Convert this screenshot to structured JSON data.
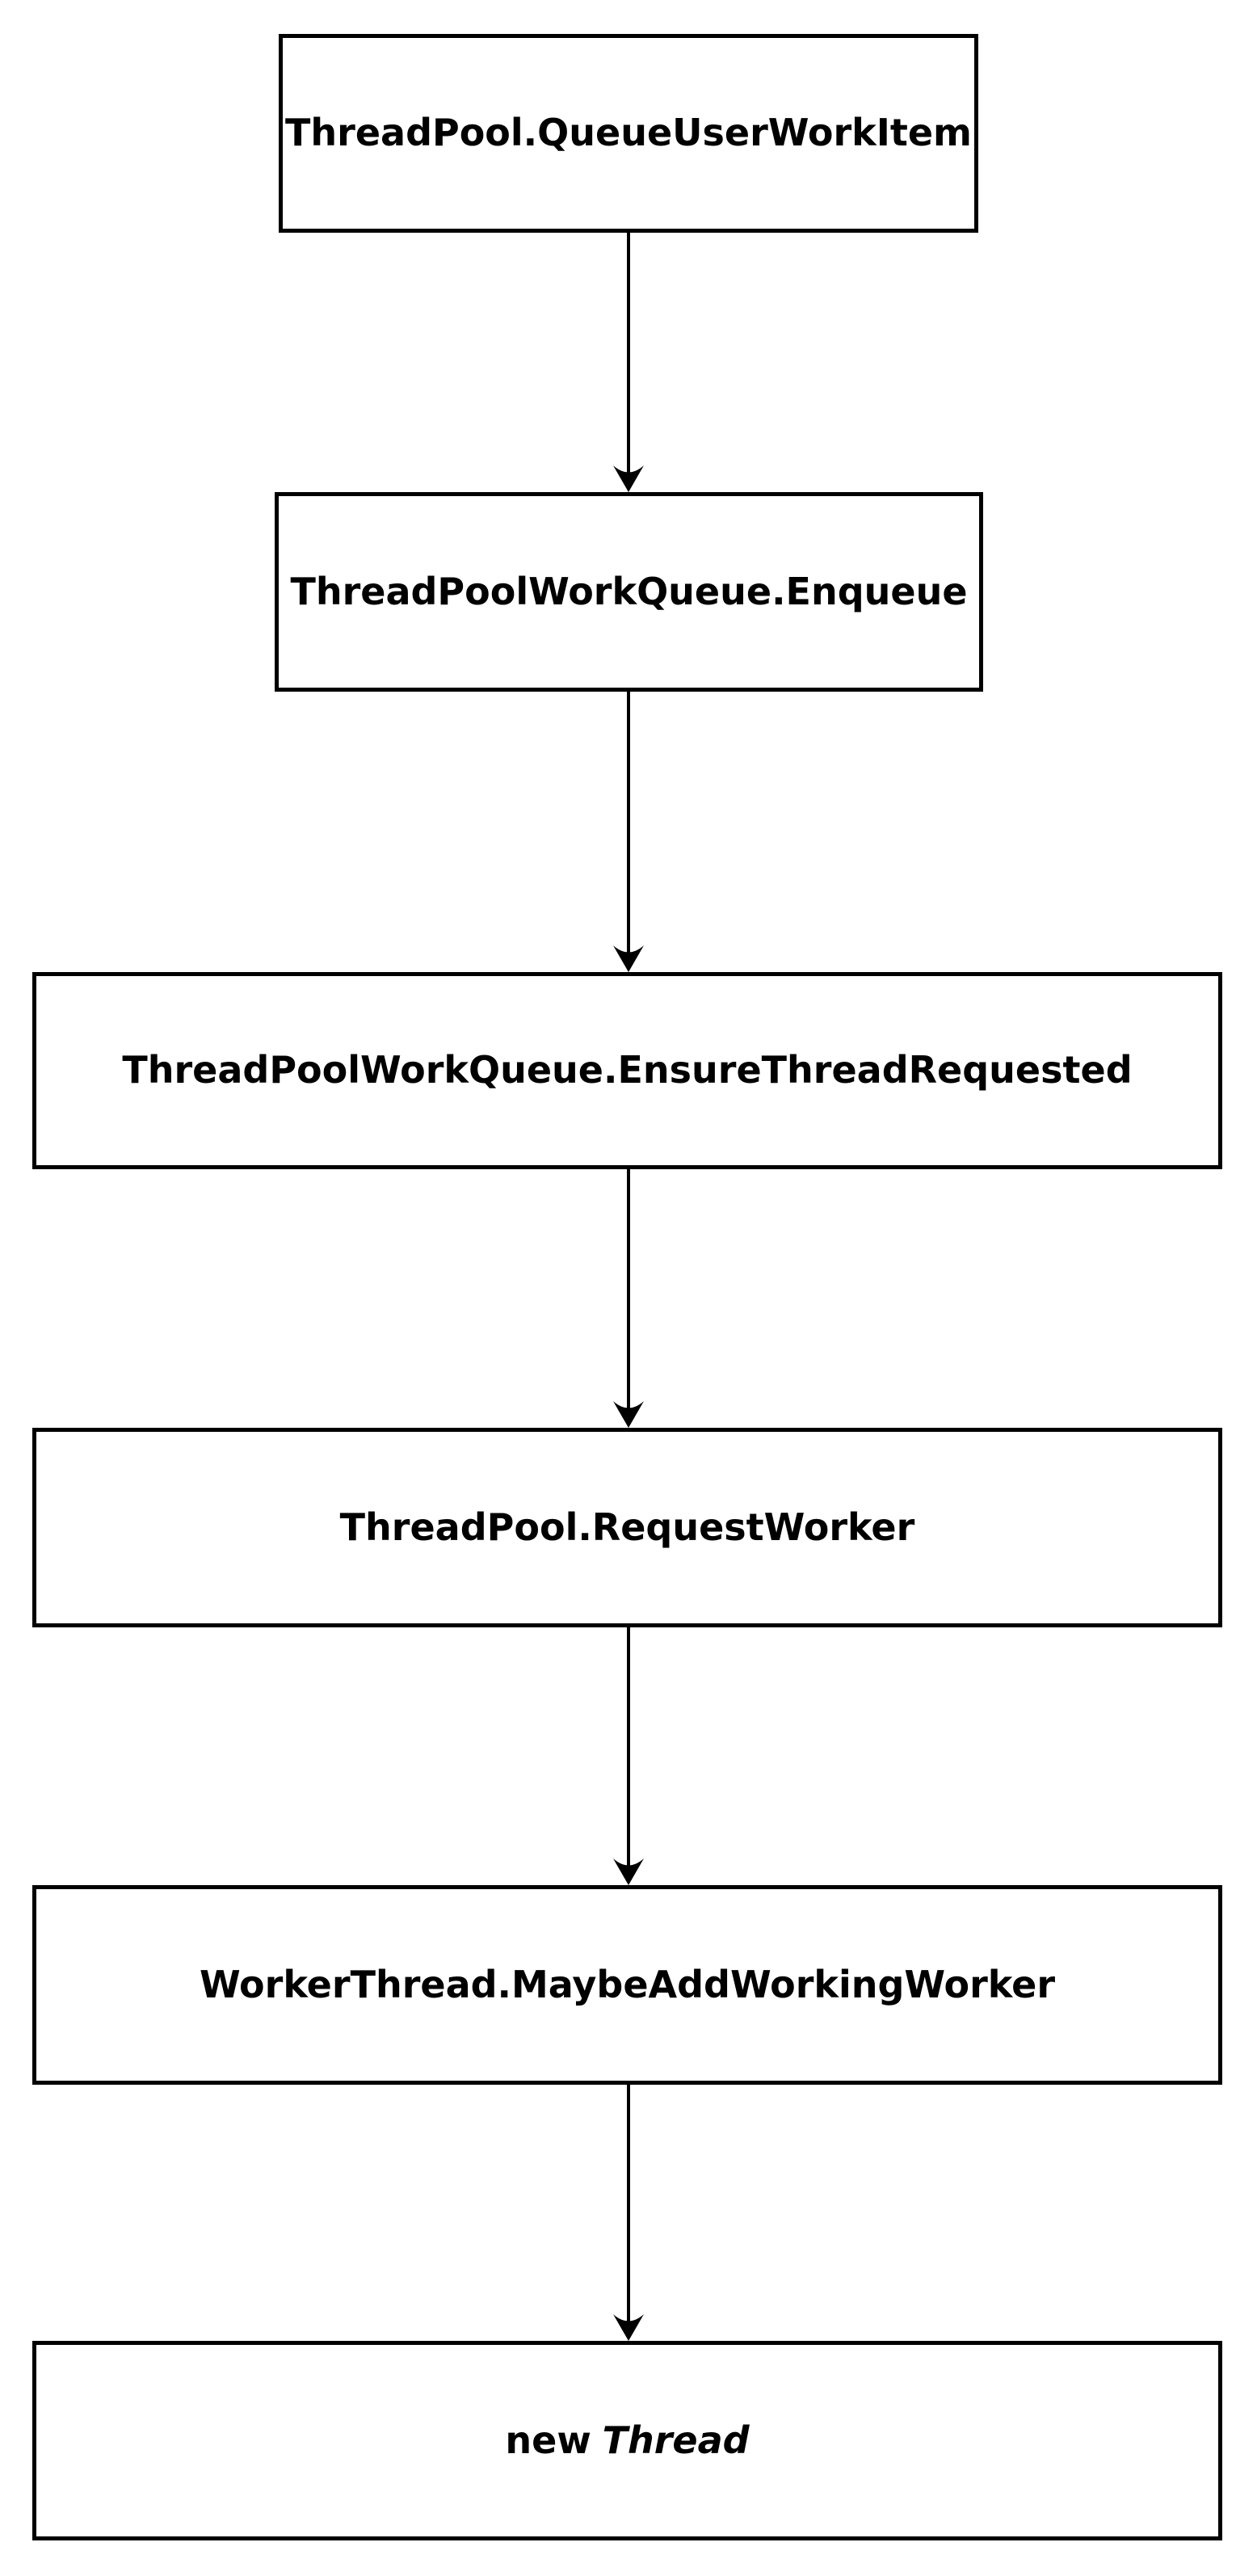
{
  "diagram": {
    "type": "flowchart",
    "direction": "top-down",
    "colors": {
      "background": "#ffffff",
      "node_fill": "#ffffff",
      "node_border": "#000000",
      "text": "#000000",
      "arrow": "#000000"
    },
    "nodes": [
      {
        "id": "queueUserWorkItem",
        "label": "ThreadPool.QueueUserWorkItem"
      },
      {
        "id": "enqueue",
        "label": "ThreadPoolWorkQueue.Enqueue"
      },
      {
        "id": "ensureThreadRequested",
        "label": "ThreadPoolWorkQueue.EnsureThreadRequested"
      },
      {
        "id": "requestWorker",
        "label": "ThreadPool.RequestWorker"
      },
      {
        "id": "maybeAddWorkingWorker",
        "label": "WorkerThread.MaybeAddWorkingWorker"
      },
      {
        "id": "newThread",
        "label_prefix": "new",
        "label_italic": "Thread"
      }
    ],
    "edges": [
      {
        "from": "queueUserWorkItem",
        "to": "enqueue"
      },
      {
        "from": "enqueue",
        "to": "ensureThreadRequested"
      },
      {
        "from": "ensureThreadRequested",
        "to": "requestWorker"
      },
      {
        "from": "requestWorker",
        "to": "maybeAddWorkingWorker"
      },
      {
        "from": "maybeAddWorkingWorker",
        "to": "newThread"
      }
    ]
  }
}
